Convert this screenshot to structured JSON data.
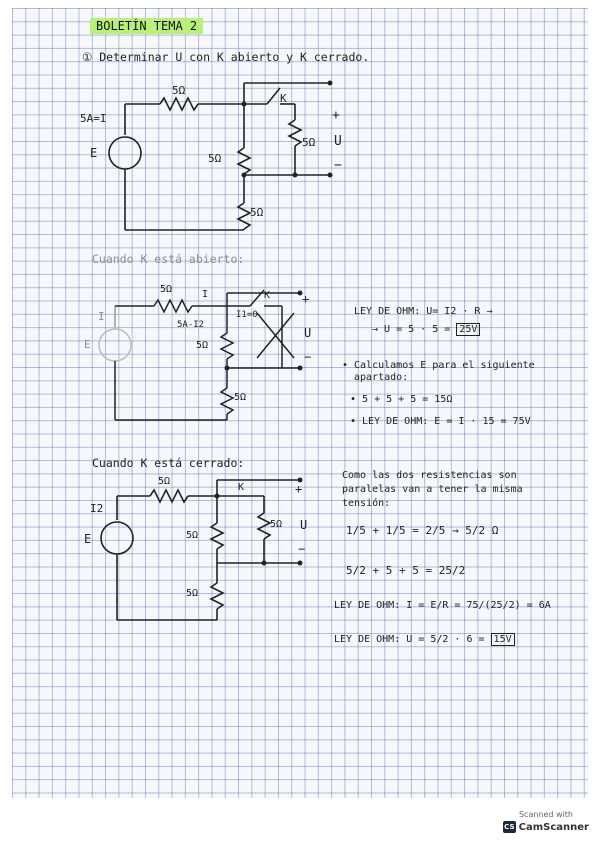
{
  "title": "BOLETÍN TEMA 2",
  "problem": "① Determinar U con K abierto y K cerrado.",
  "circuit1": {
    "r_top": "5Ω",
    "r_mid": "5Ω",
    "r_right": "5Ω",
    "r_bot": "5Ω",
    "source_label": "E",
    "current": "5A=I",
    "switch": "K",
    "out_label": "U",
    "plus": "+",
    "minus": "−"
  },
  "section_open": "Cuando K está abierto:",
  "circuit2": {
    "r_top": "5Ω",
    "current": "I",
    "branch_current": "5A-I2",
    "zero": "I1=0",
    "r_mid": "5Ω",
    "r_bot": "5Ω",
    "source_label": "E",
    "src_current": "I",
    "switch": "K",
    "out_label": "U",
    "plus": "+",
    "minus": "−"
  },
  "open_notes": {
    "line1": "LEY DE OHM: U= I2 · R →",
    "line2": "→ U = 5 · 5 =",
    "line2_box": "25V",
    "line3": "• Calculamos E para el siguiente",
    "line4": "apartado:",
    "line5": "• 5 + 5 + 5 = 15Ω",
    "line6": "• LEY DE OHM: E = I · 15 = 75V"
  },
  "section_closed": "Cuando K está cerrado:",
  "circuit3": {
    "r_top": "5Ω",
    "r_mid": "5Ω",
    "r_right": "5Ω",
    "r_bot": "5Ω",
    "source_label": "E",
    "current": "I2",
    "switch": "K",
    "out_label": "U",
    "plus": "+",
    "minus": "−"
  },
  "closed_notes": {
    "line1": "Como las dos resistencias son",
    "line2": "paralelas van a tener la misma",
    "line3": "tensión:",
    "line4": "1/5 + 1/5 = 2/5 → 5/2 Ω",
    "line5": "5/2 + 5 + 5 = 25/2",
    "line6": "LEY DE OHM: I = E/R = 75/(25/2) = 6A",
    "line7": "LEY DE OHM: U = 5/2 · 6 =",
    "line7_box": "15V"
  },
  "badge": {
    "scanned": "Scanned with",
    "brand": "CamScanner",
    "logo": "CS"
  }
}
